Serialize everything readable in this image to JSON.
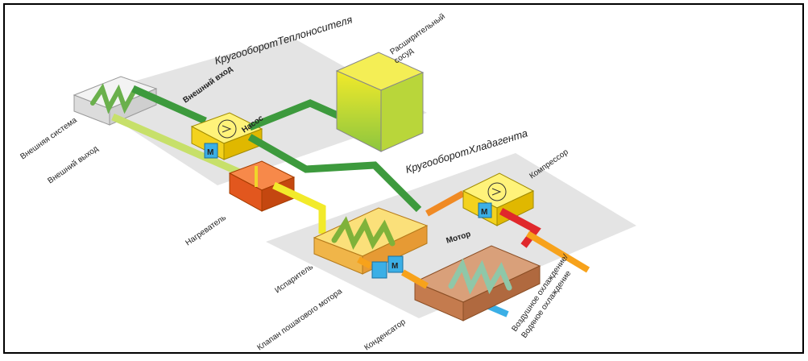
{
  "circuits": {
    "coolant": "КругооборотТеплоносителя",
    "refrigerant": "КругооборотХладагента"
  },
  "labels": {
    "expansion_tank": [
      "Расширительный",
      "сосуд"
    ],
    "external_inlet": "Внешний вход",
    "pump": "Насос",
    "external_system": "Внешняя система",
    "external_outlet": "Внешний выход",
    "heater": "Нагреватель",
    "evaporator": "Испаритель",
    "stepper_valve": "Клапан пошагового мотора",
    "condenser": "Конденсатор",
    "compressor": "Компрессор",
    "motor": "Мотор",
    "cooling": [
      "Воздушное охлаждение/",
      "Водяное охлаждение"
    ],
    "motor_badge": "M"
  }
}
